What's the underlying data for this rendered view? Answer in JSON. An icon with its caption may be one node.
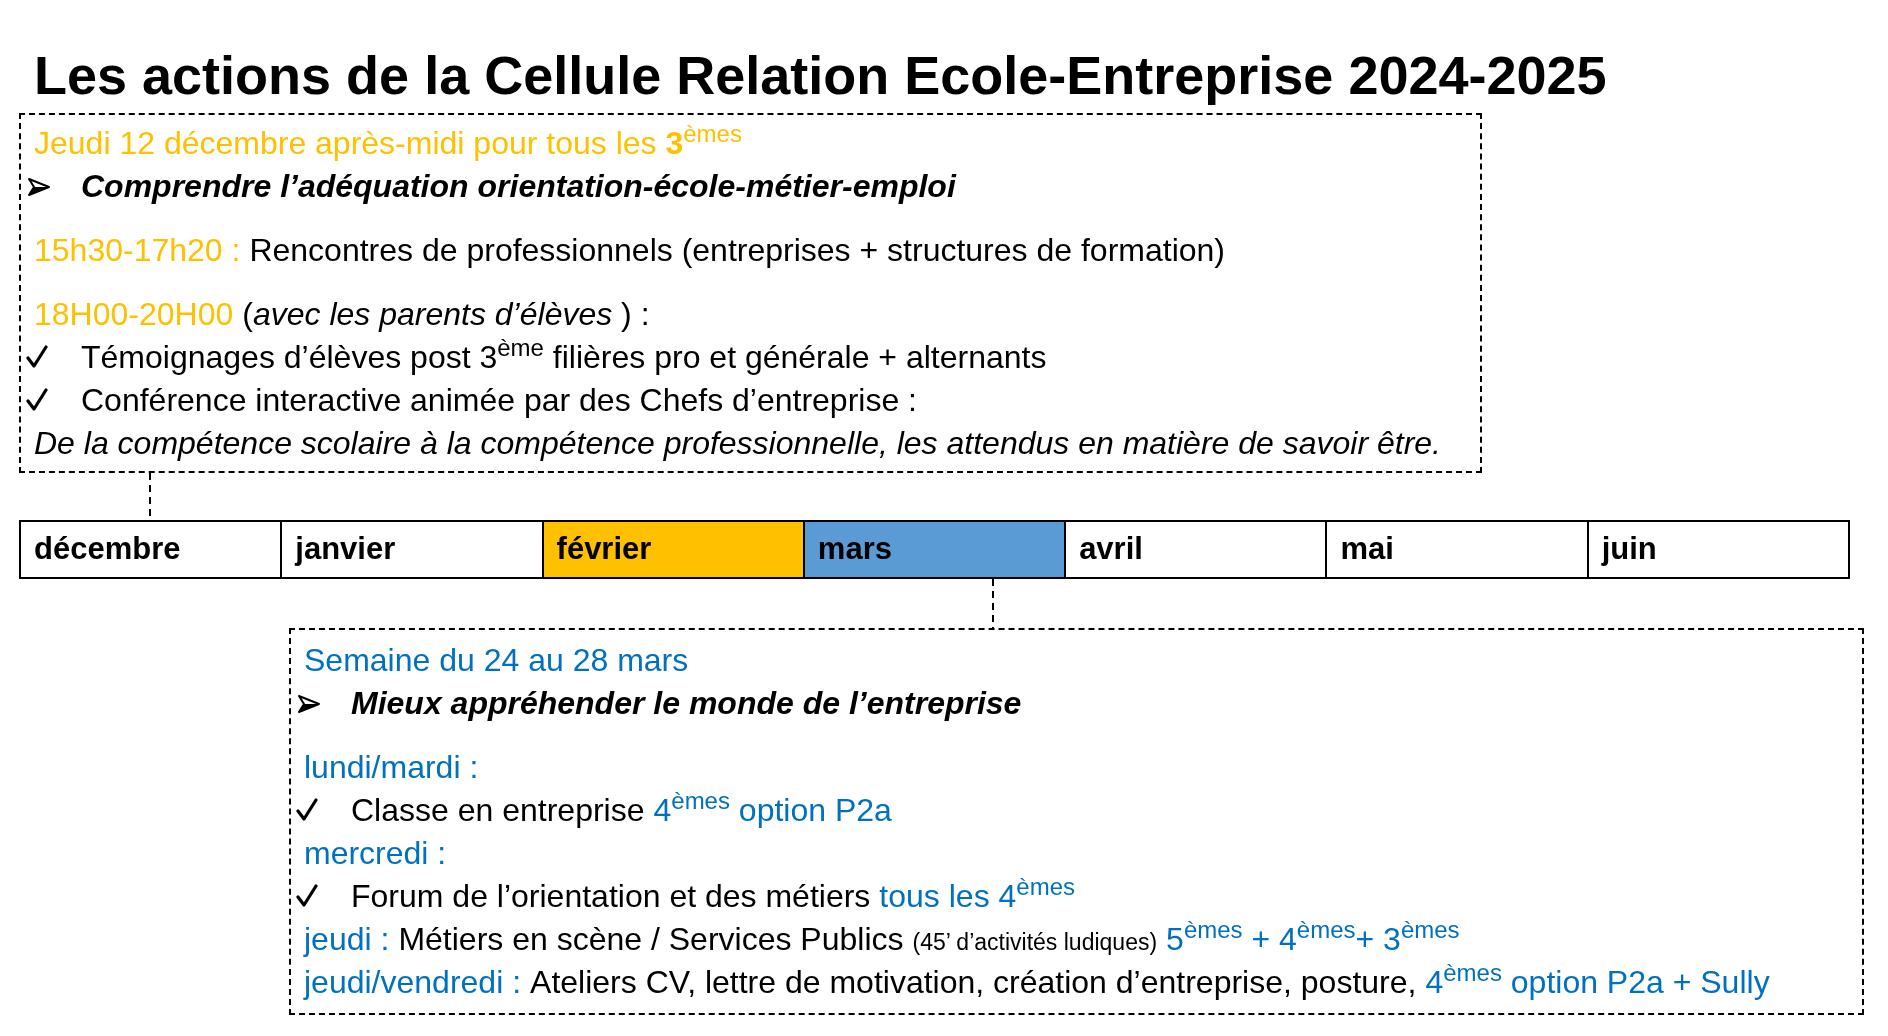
{
  "diagram": {
    "title": "Les actions de la Cellule Relation Ecole-Entreprise 2024-2025",
    "nodes": [
      {
        "text": [
          "Jeudi 12 décembre après-midi pour tous les **3**$^{èmes}$",
          "Comprendre l’adéquation orientation-école-métier-emploi",
          "15h30-17h20 :",
          "Rencontres de professionnels (entreprises + structures de formation)",
          "18H00-20H00",
          "(*avec les parents d’élèves* ) :",
          "Témoignages d’élèves post 3$^{ème}$ filières pro et générale + alternants",
          "Conférence interactive animée par des Chefs d’entreprise :",
          "De la compétence scolaire à la compétence professionnelle, les attendus en matière de savoir être."
        ]
      },
      {
        "text": [
          "décembre"
        ]
      },
      {
        "text": [
          "janvier"
        ]
      },
      {
        "text": [
          "février"
        ]
      },
      {
        "text": [
          "mars"
        ]
      },
      {
        "text": [
          "avril"
        ]
      },
      {
        "text": [
          "mai"
        ]
      },
      {
        "text": [
          "juin"
        ]
      },
      {
        "text": [
          "Semaine du 24 au 28 mars",
          "Mieux appréhender le monde de l’entreprise",
          "lundi/mardi :",
          "Classe en entreprise",
          "4$^{èmes}$ option P2a",
          "mercredi :",
          "Forum de l’orientation et des métiers",
          "tous les 4$^{èmes}$",
          "jeudi :",
          "Métiers en scène / Services Publics",
          "(45’ d’activités ludiques)",
          "5$^{èmes}$ + 4$^{èmes}$+ 3$^{èmes}$",
          "jeudi/vendredi :",
          "Ateliers CV, lettre de motivation, création d’entreprise, posture,",
          "4$^{èmes}$ option P2a + Sully"
        ]
      }
    ],
    "edges": [
      {
        "from": 0,
        "to": 1,
        "arrow": "none",
        "style": "dashed"
      },
      {
        "from": 4,
        "to": 8,
        "arrow": "none",
        "style": "dashed"
      }
    ]
  }
}
